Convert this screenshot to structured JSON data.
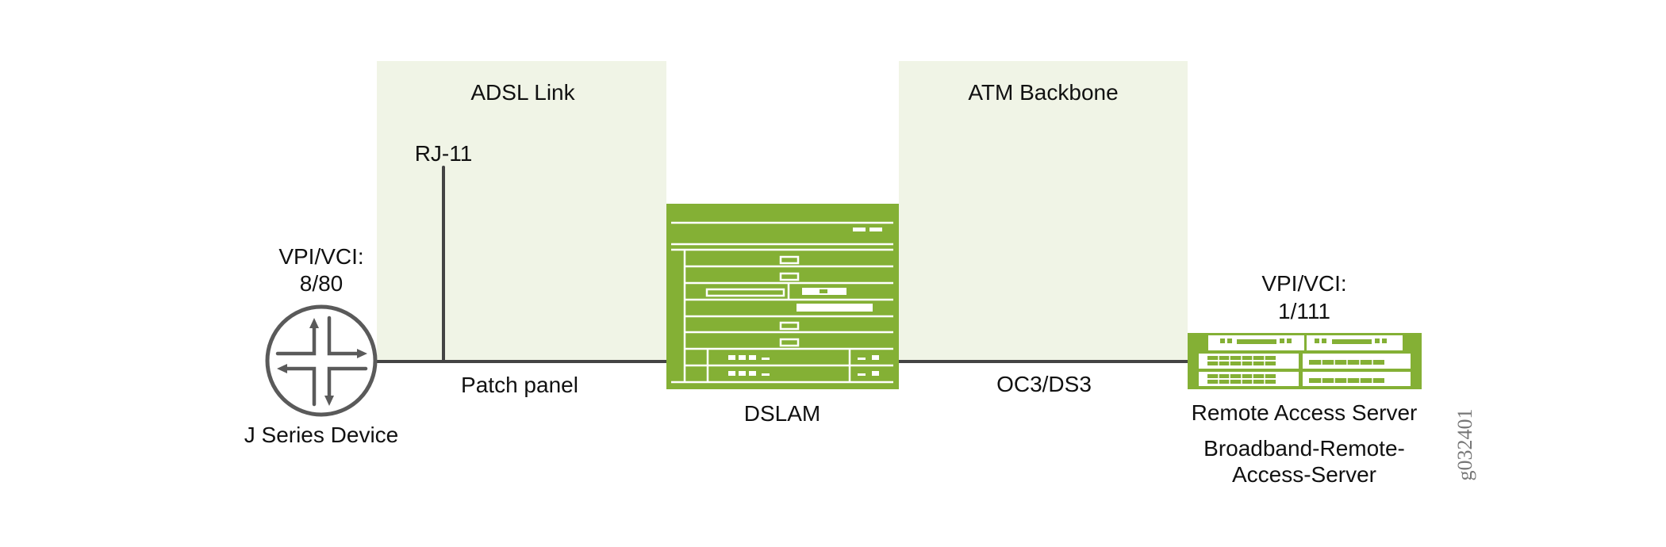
{
  "colors": {
    "zone_fill": "#F0F4E6",
    "device_green": "#84B035",
    "line": "#444444",
    "router_stroke": "#5a5a5a",
    "text": "#111111",
    "figure_id": "#777777"
  },
  "zones": [
    {
      "label": "ADSL Link"
    },
    {
      "label": "ATM Backbone"
    }
  ],
  "devices": {
    "router": {
      "icon": "router-icon",
      "vpi_vci_label": "VPI/VCI:",
      "vpi_vci_value": "8/80",
      "name": "J Series Device"
    },
    "dslam": {
      "icon": "dslam-chassis-icon",
      "name": "DSLAM"
    },
    "ras": {
      "icon": "remote-access-server-icon",
      "vpi_vci_label": "VPI/VCI:",
      "vpi_vci_value": "1/111",
      "name": "Remote Access Server",
      "alt_name_line1": "Broadband-Remote-",
      "alt_name_line2": "Access-Server"
    }
  },
  "links": {
    "rj11": "RJ-11",
    "patch_panel": "Patch panel",
    "oc3_ds3": "OC3/DS3"
  },
  "figure_id": "g032401"
}
